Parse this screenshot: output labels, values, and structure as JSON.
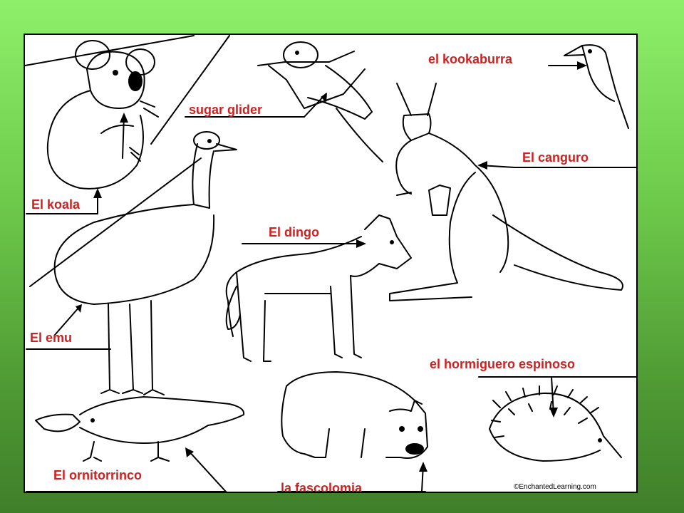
{
  "labels": {
    "kookaburra": "el kookaburra",
    "sugar_glider": "sugar glider",
    "canguro": "El canguro",
    "koala": "El koala",
    "dingo": "El dingo",
    "emu": "El emu",
    "hormiguero": "el hormiguero espinoso",
    "ornitorrinco": "El ornitorrinco",
    "fascolomia": "la fascolomia"
  },
  "credit": "©EnchantedLearning.com",
  "colors": {
    "background_top": "#8ef06a",
    "background_bottom": "#3f7f2a",
    "label": "#cc2222",
    "line": "#000000"
  }
}
